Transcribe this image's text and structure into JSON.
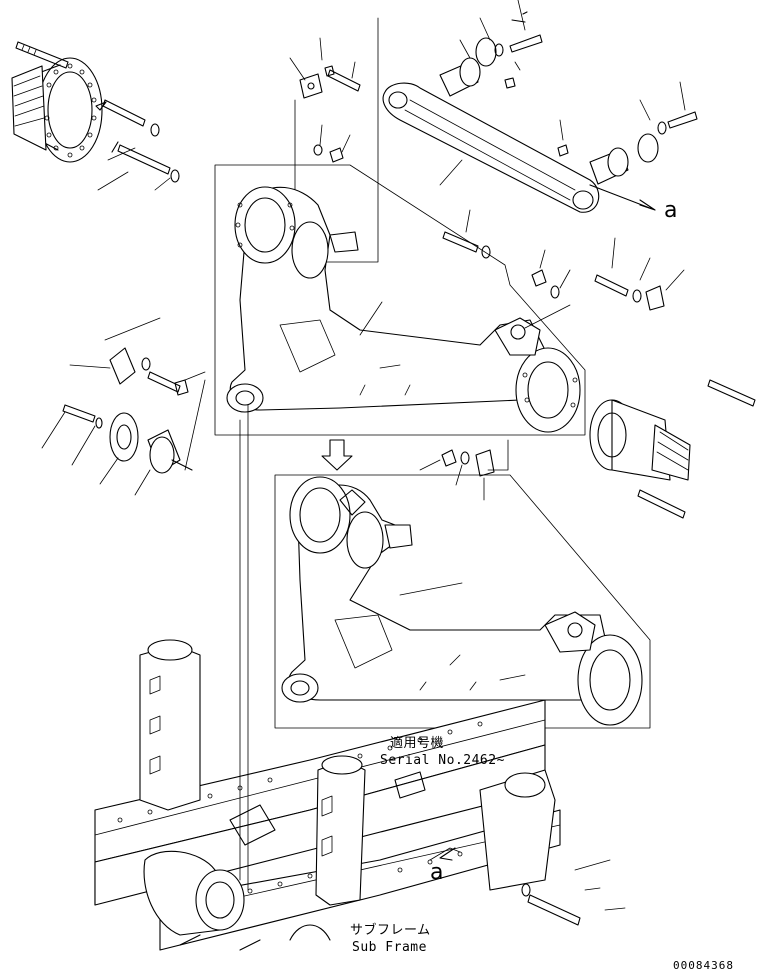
{
  "labels": {
    "callout_a_upper": "a",
    "callout_a_lower": "a",
    "serial_jp": "適用号機",
    "serial_en": "Serial No.2462~",
    "subframe_jp": "サブフレーム",
    "subframe_en": "Sub Frame",
    "drawing_code": "00084368"
  },
  "icons": {
    "flow_arrow": "down-arrow-icon"
  },
  "colors": {
    "line": "#000000",
    "background": "#ffffff"
  }
}
